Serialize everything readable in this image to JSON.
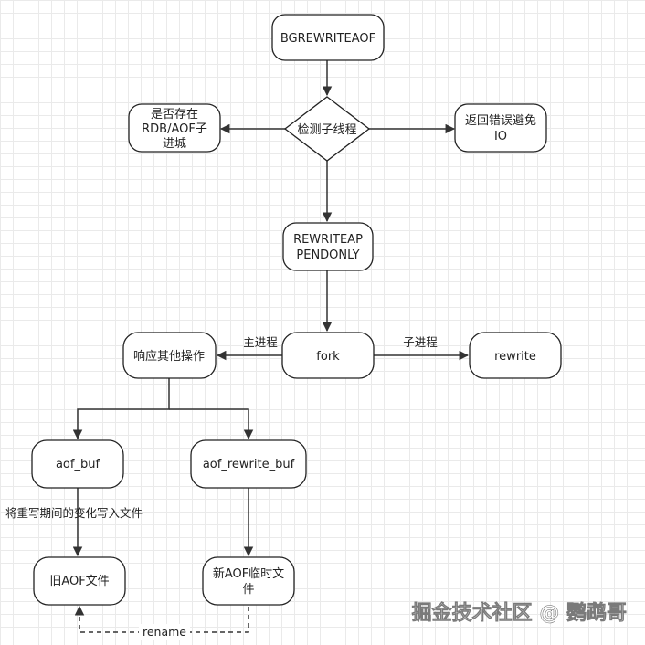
{
  "nodes": {
    "bgrewriteaof": "BGREWRITEAOF",
    "check_child": "检测子线程",
    "rdb_aof_child": [
      "是否存在",
      "RDB/AOF子",
      "进城"
    ],
    "return_error": [
      "返回错误避免",
      "IO"
    ],
    "rewriteappendonly": [
      "REWRITEAP",
      "PENDONLY"
    ],
    "fork": "fork",
    "respond_other": "响应其他操作",
    "rewrite": "rewrite",
    "aof_buf": "aof_buf",
    "aof_rewrite_buf": "aof_rewrite_buf",
    "old_aof": "旧AOF文件",
    "new_aof_temp": [
      "新AOF临时文",
      "件"
    ]
  },
  "edges": {
    "main_process": "主进程",
    "child_process": "子进程",
    "write_changes": "将重写期间的变化写入文件",
    "rename": "rename"
  },
  "watermark": "掘金技术社区 @ 鹦鹉哥"
}
